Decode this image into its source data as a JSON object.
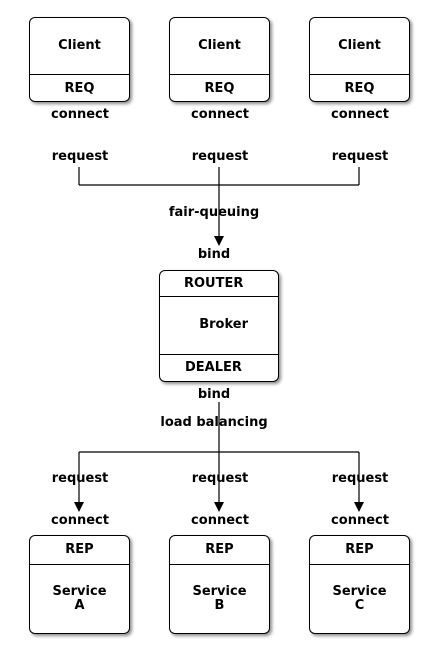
{
  "clients": [
    {
      "title": "Client",
      "socket": "REQ",
      "connect": "connect",
      "request": "request"
    },
    {
      "title": "Client",
      "socket": "REQ",
      "connect": "connect",
      "request": "request"
    },
    {
      "title": "Client",
      "socket": "REQ",
      "connect": "connect",
      "request": "request"
    }
  ],
  "frontend": {
    "label": "fair-queuing",
    "bind": "bind"
  },
  "broker": {
    "top_socket": "ROUTER",
    "title": "Broker",
    "bottom_socket": "DEALER"
  },
  "backend": {
    "bind": "bind",
    "label": "load balancing"
  },
  "services": [
    {
      "socket": "REP",
      "title_line1": "Service",
      "title_line2": "A",
      "request": "request",
      "connect": "connect"
    },
    {
      "socket": "REP",
      "title_line1": "Service",
      "title_line2": "B",
      "request": "request",
      "connect": "connect"
    },
    {
      "socket": "REP",
      "title_line1": "Service",
      "title_line2": "C",
      "request": "request",
      "connect": "connect"
    }
  ]
}
